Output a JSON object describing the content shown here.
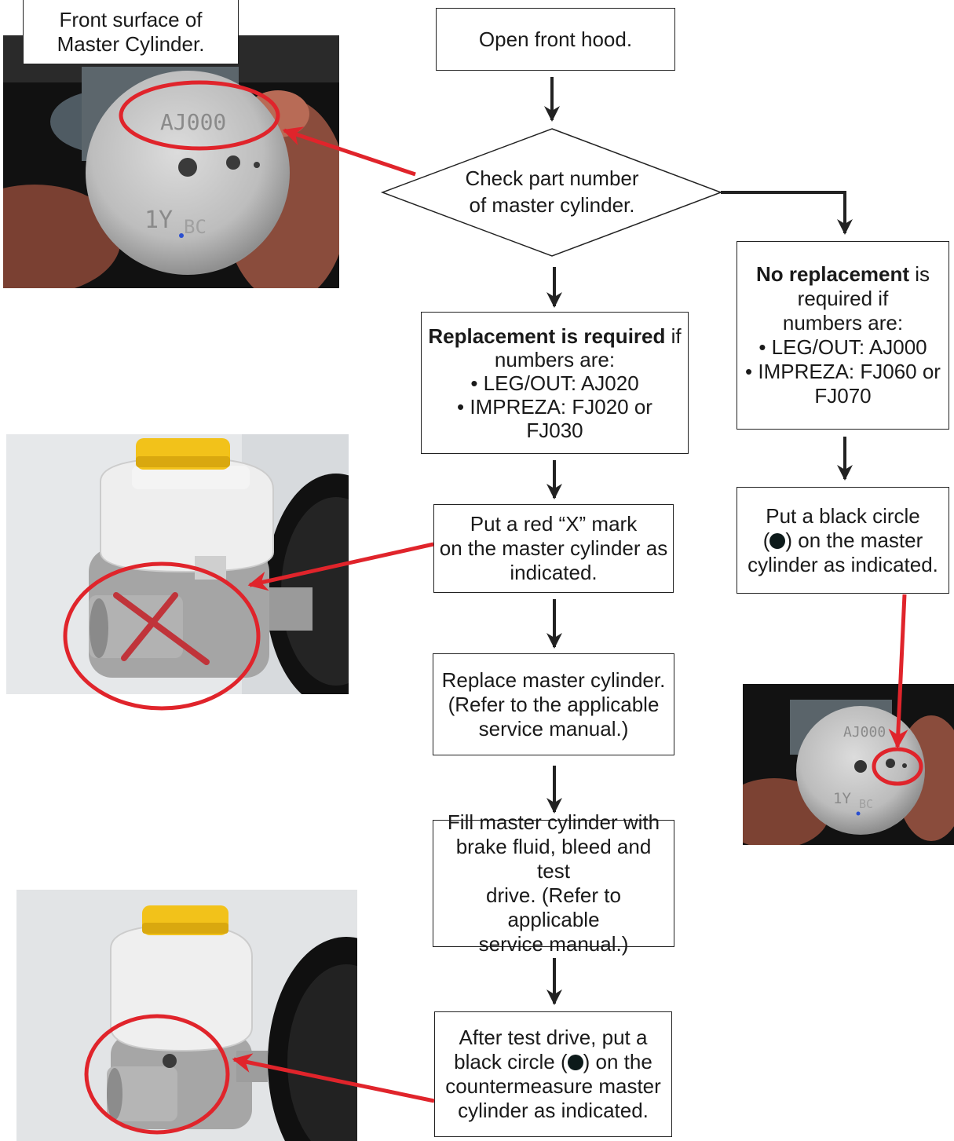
{
  "nodes": {
    "photo_caption": {
      "line1": "Front surface of",
      "line2": "Master Cylinder."
    },
    "open_hood": "Open front hood.",
    "check_part": {
      "line1": "Check part number",
      "line2": "of master cylinder."
    },
    "replace_req": {
      "bold": "Replacement is required",
      "rest": " if",
      "line2": "numbers are:",
      "line3": "• LEG/OUT: AJ020",
      "line4": "• IMPREZA: FJ020 or FJ030"
    },
    "no_replace": {
      "bold": "No replacement",
      "rest": " is",
      "line2": "required if",
      "line3": "numbers are:",
      "line4": "• LEG/OUT: AJ000",
      "line5": "• IMPREZA: FJ060 or",
      "line6": "FJ070"
    },
    "red_x": {
      "line1": "Put a red “X” mark",
      "line2": "on the master cylinder as",
      "line3": "indicated."
    },
    "black_circle": {
      "line1": "Put a black circle",
      "line2_pre": "(",
      "line2_post": ") on the master",
      "line3": "cylinder as indicated."
    },
    "replace_mc": {
      "line1": "Replace master cylinder.",
      "line2": "(Refer to the applicable",
      "line3": "service manual.)"
    },
    "fill_mc": {
      "line1": "Fill master cylinder with",
      "line2": "brake fluid, bleed and test",
      "line3": "drive. (Refer to applicable",
      "line4": "service manual.)"
    },
    "after_test": {
      "line1": "After test drive, put a",
      "line2_pre": "black circle (",
      "line2_post": ") on the",
      "line3": "countermeasure master",
      "line4": "cylinder as indicated."
    }
  },
  "photos": {
    "top_left": {
      "stamp1": "AJ000",
      "stamp2": "1Y",
      "stamp3": "BC"
    },
    "right_closeup": {
      "stamp1": "AJ000",
      "stamp2": "1Y",
      "stamp3": "BC"
    }
  },
  "colors": {
    "arrow_black": "#222222",
    "arrow_red": "#e0242b",
    "circle_red": "#e0242b"
  }
}
